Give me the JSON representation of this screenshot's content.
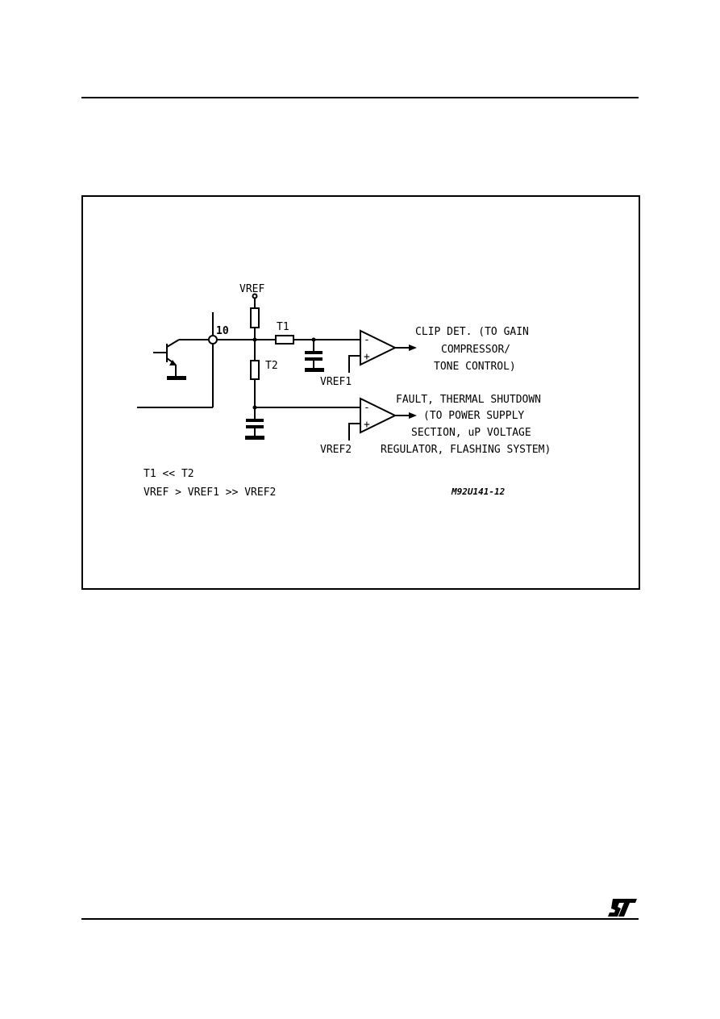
{
  "diagram": {
    "labels": {
      "vref": "VREF",
      "t1": "T1",
      "t2": "T2",
      "pin": "10",
      "vref1": "VREF1",
      "vref2": "VREF2",
      "minus": "-",
      "plus": "+"
    },
    "clip_output": [
      "CLIP DET. (TO GAIN",
      "COMPRESSOR/",
      "TONE CONTROL)"
    ],
    "fault_output": [
      "FAULT, THERMAL SHUTDOWN",
      "(TO POWER SUPPLY",
      "SECTION, uP VOLTAGE",
      "REGULATOR, FLASHING SYSTEM)"
    ],
    "notes": [
      "T1 << T2",
      "VREF > VREF1 >> VREF2"
    ],
    "figure_code": "M92U141-12"
  },
  "footer": {
    "logo": "ST"
  }
}
